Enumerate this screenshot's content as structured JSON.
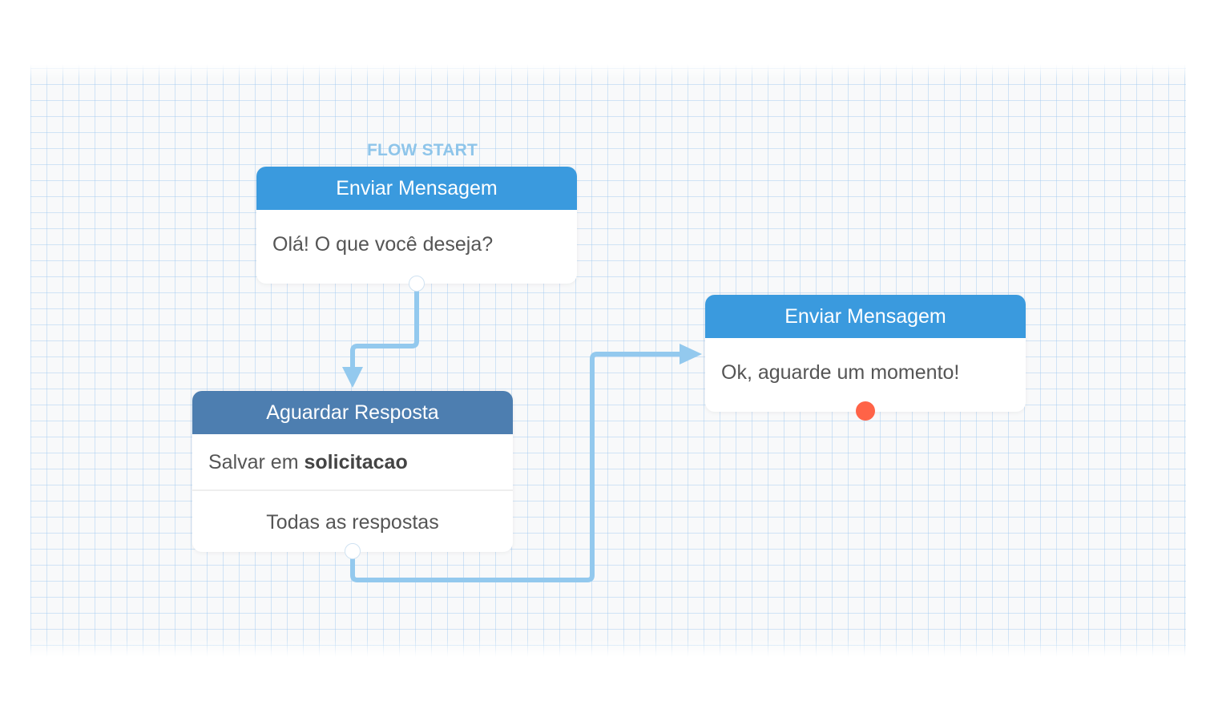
{
  "flow_start": {
    "label": "FLOW START"
  },
  "nodes": {
    "send_1": {
      "header": "Enviar Mensagem",
      "message": "Olá! O que você deseja?"
    },
    "wait": {
      "header": "Aguardar Resposta",
      "save_prefix": "Salvar em",
      "save_variable": "solicitacao",
      "exit_label": "Todas as respostas"
    },
    "send_2": {
      "header": "Enviar Mensagem",
      "message": "Ok, aguarde um momento!"
    }
  },
  "colors": {
    "send_header": "#3a9ade",
    "wait_header": "#4d7eb0",
    "connector": "#93c9ee",
    "flow_start_label": "#8ec5ea",
    "missing_exit_dot": "#ff6347"
  }
}
